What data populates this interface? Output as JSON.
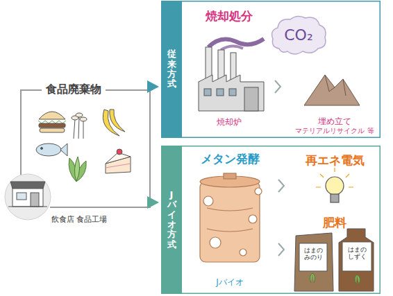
{
  "diagram": {
    "nodes": [
      {
        "text": [
          "食品廃棄物"
        ]
      },
      {
        "text": [
          "従来方式"
        ]
      },
      {
        "text": [
          "焼却処分",
          "焼却炉"
        ],
        "in": 1
      },
      {
        "text": [
          "CO₂"
        ],
        "in": 1
      },
      {
        "text": [
          "埋め立て",
          "マテリアルリサイクル 等"
        ],
        "in": 1
      },
      {
        "text": [
          "Jバイオ方式"
        ]
      },
      {
        "text": [
          "メタン発酵",
          "Jバイオ"
        ],
        "in": 5
      },
      {
        "text": [
          "再エネ電気"
        ],
        "in": 5
      },
      {
        "text": [
          "肥料"
        ],
        "in": 5
      }
    ],
    "edges": [
      {
        "from": 0,
        "to": 1,
        "arrow": "to"
      },
      {
        "from": 0,
        "to": 5,
        "arrow": "to"
      },
      {
        "from": 2,
        "to": 4,
        "arrow": "to"
      },
      {
        "from": 6,
        "to": 7,
        "arrow": "to"
      },
      {
        "from": 6,
        "to": 8,
        "arrow": "to"
      }
    ],
    "labels": [
      "飲食店 食品工場",
      "はまの みのり",
      "はまの しずく"
    ]
  }
}
